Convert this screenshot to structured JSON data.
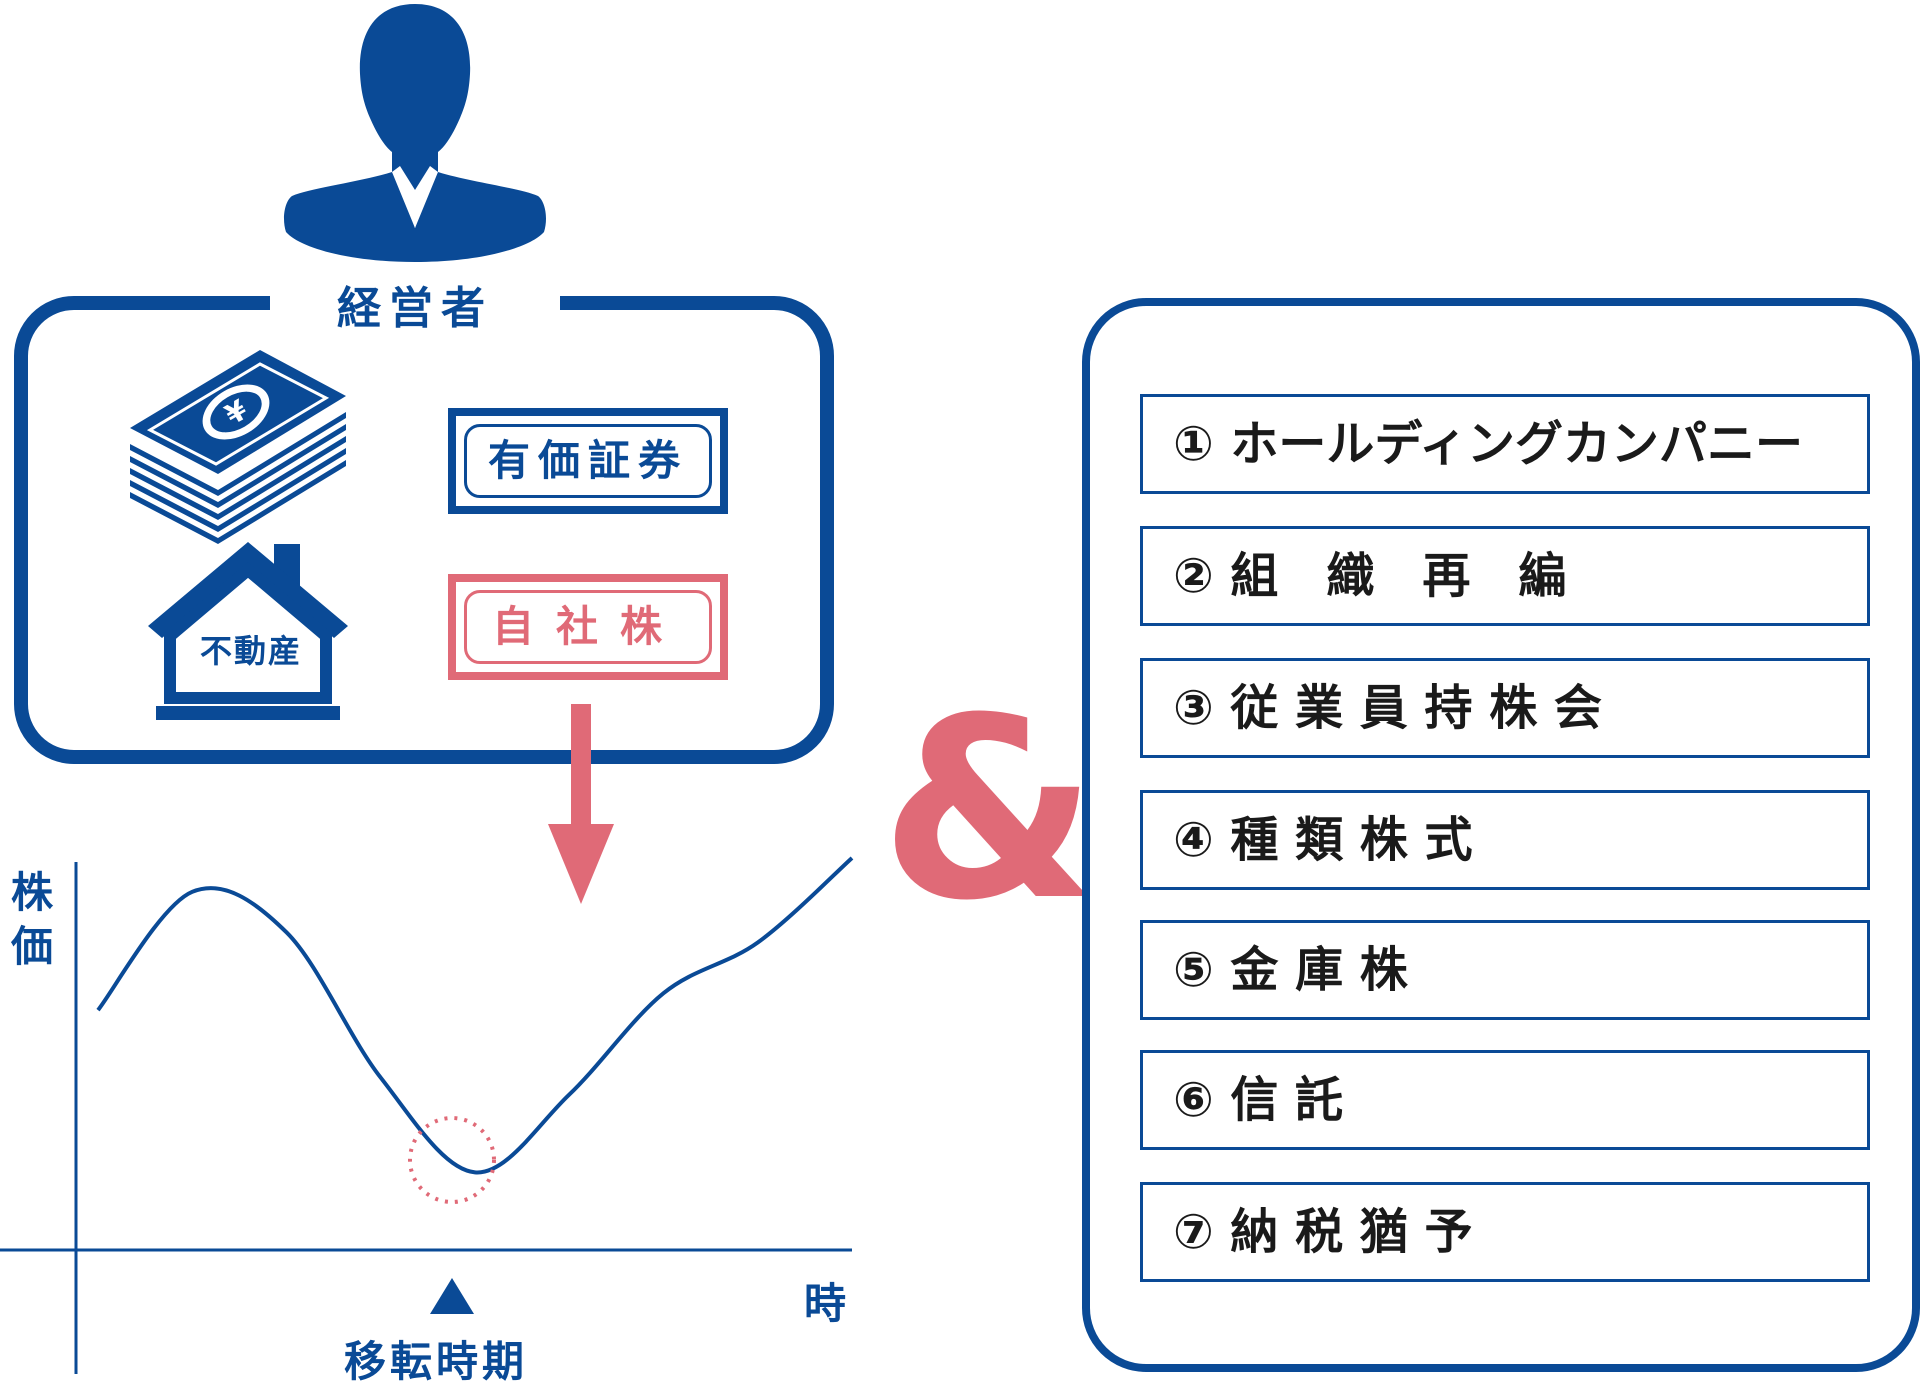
{
  "owner": {
    "label": "経営者",
    "assets": {
      "securities": "有価証券",
      "real_estate": "不動産",
      "own_shares": "自社株"
    }
  },
  "chart_data": {
    "type": "line",
    "title": "",
    "ylabel": "株価",
    "xlabel": "時",
    "annotation": "移転時期",
    "series": [
      {
        "name": "",
        "values": [
          0.55,
          0.9,
          0.78,
          0.35,
          0.07,
          0.3,
          0.6,
          0.75,
          1.0
        ]
      }
    ],
    "x": [
      0,
      1,
      2,
      3,
      4,
      5,
      6,
      7,
      8
    ],
    "highlight_min_index": 4
  },
  "ampersand": "&",
  "methods": [
    "① ホールディングカンパニー",
    "② 組　織　再　編",
    "③ 従 業 員 持 株 会",
    "④ 種 類 株 式",
    "⑤ 金 庫 株",
    "⑥ 信 託",
    "⑦ 納 税 猶 予"
  ],
  "colors": {
    "navy": "#0a4a96",
    "pink": "#e06a77"
  }
}
